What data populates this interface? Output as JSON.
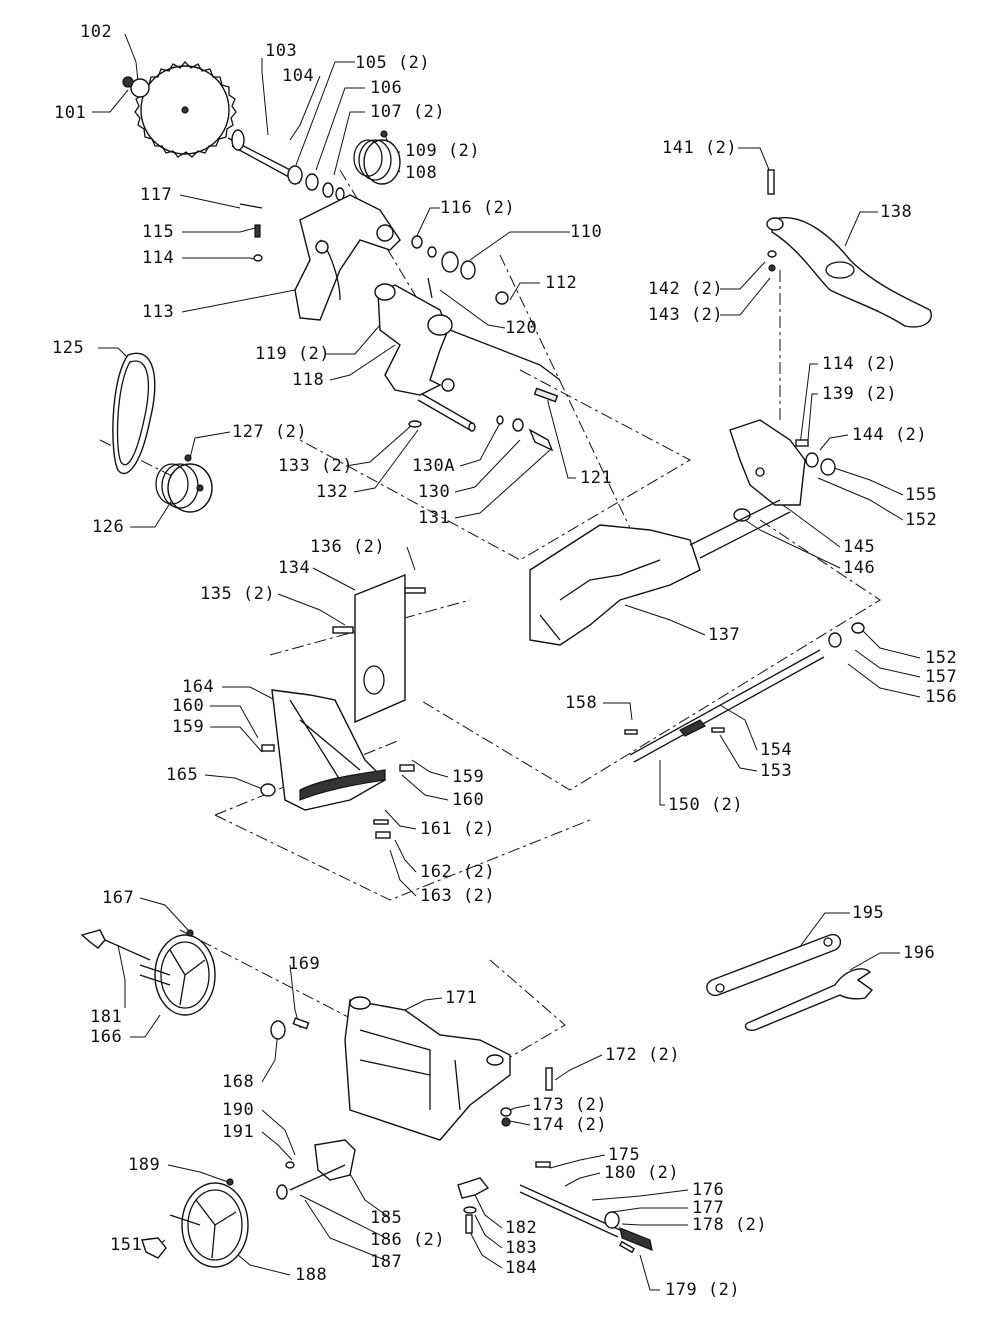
{
  "callouts": [
    {
      "id": "c102",
      "label": "102"
    },
    {
      "id": "c101",
      "label": "101"
    },
    {
      "id": "c103",
      "label": "103"
    },
    {
      "id": "c104",
      "label": "104"
    },
    {
      "id": "c105",
      "label": "105 (2)"
    },
    {
      "id": "c106",
      "label": "106"
    },
    {
      "id": "c107",
      "label": "107 (2)"
    },
    {
      "id": "c109",
      "label": "109 (2)"
    },
    {
      "id": "c108",
      "label": "108"
    },
    {
      "id": "c117",
      "label": "117"
    },
    {
      "id": "c116",
      "label": "116 (2)"
    },
    {
      "id": "c110",
      "label": "110"
    },
    {
      "id": "c115",
      "label": "115"
    },
    {
      "id": "c114a",
      "label": "114"
    },
    {
      "id": "c112",
      "label": "112"
    },
    {
      "id": "c113",
      "label": "113"
    },
    {
      "id": "c120",
      "label": "120"
    },
    {
      "id": "c119",
      "label": "119 (2)"
    },
    {
      "id": "c118",
      "label": "118"
    },
    {
      "id": "c125",
      "label": "125"
    },
    {
      "id": "c127",
      "label": "127 (2)"
    },
    {
      "id": "c133",
      "label": "133 (2)"
    },
    {
      "id": "c130A",
      "label": "130A"
    },
    {
      "id": "c121",
      "label": "121"
    },
    {
      "id": "c132",
      "label": "132"
    },
    {
      "id": "c130",
      "label": "130"
    },
    {
      "id": "c131",
      "label": "131"
    },
    {
      "id": "c126",
      "label": "126"
    },
    {
      "id": "c141",
      "label": "141 (2)"
    },
    {
      "id": "c138",
      "label": "138"
    },
    {
      "id": "c142",
      "label": "142 (2)"
    },
    {
      "id": "c143",
      "label": "143 (2)"
    },
    {
      "id": "c114b",
      "label": "114 (2)"
    },
    {
      "id": "c139",
      "label": "139 (2)"
    },
    {
      "id": "c144",
      "label": "144 (2)"
    },
    {
      "id": "c155",
      "label": "155"
    },
    {
      "id": "c152a",
      "label": "152"
    },
    {
      "id": "c145",
      "label": "145"
    },
    {
      "id": "c146",
      "label": "146"
    },
    {
      "id": "c136",
      "label": "136 (2)"
    },
    {
      "id": "c134",
      "label": "134"
    },
    {
      "id": "c135",
      "label": "135 (2)"
    },
    {
      "id": "c137",
      "label": "137"
    },
    {
      "id": "c152b",
      "label": "152"
    },
    {
      "id": "c157",
      "label": "157"
    },
    {
      "id": "c156",
      "label": "156"
    },
    {
      "id": "c164",
      "label": "164"
    },
    {
      "id": "c160a",
      "label": "160"
    },
    {
      "id": "c159a",
      "label": "159"
    },
    {
      "id": "c158",
      "label": "158"
    },
    {
      "id": "c154",
      "label": "154"
    },
    {
      "id": "c153",
      "label": "153"
    },
    {
      "id": "c165",
      "label": "165"
    },
    {
      "id": "c159b",
      "label": "159"
    },
    {
      "id": "c160b",
      "label": "160"
    },
    {
      "id": "c150",
      "label": "150 (2)"
    },
    {
      "id": "c161",
      "label": "161 (2)"
    },
    {
      "id": "c162",
      "label": "162 (2)"
    },
    {
      "id": "c163",
      "label": "163 (2)"
    },
    {
      "id": "c167",
      "label": "167"
    },
    {
      "id": "c169",
      "label": "169"
    },
    {
      "id": "c195",
      "label": "195"
    },
    {
      "id": "c196",
      "label": "196"
    },
    {
      "id": "c171",
      "label": "171"
    },
    {
      "id": "c181",
      "label": "181"
    },
    {
      "id": "c166",
      "label": "166"
    },
    {
      "id": "c172",
      "label": "172 (2)"
    },
    {
      "id": "c168",
      "label": "168"
    },
    {
      "id": "c190",
      "label": "190"
    },
    {
      "id": "c173",
      "label": "173 (2)"
    },
    {
      "id": "c191",
      "label": "191"
    },
    {
      "id": "c174",
      "label": "174 (2)"
    },
    {
      "id": "c175",
      "label": "175"
    },
    {
      "id": "c189",
      "label": "189"
    },
    {
      "id": "c180",
      "label": "180 (2)"
    },
    {
      "id": "c176",
      "label": "176"
    },
    {
      "id": "c177",
      "label": "177"
    },
    {
      "id": "c178",
      "label": "178 (2)"
    },
    {
      "id": "c185",
      "label": "185"
    },
    {
      "id": "c182",
      "label": "182"
    },
    {
      "id": "c151",
      "label": "151"
    },
    {
      "id": "c186",
      "label": "186 (2)"
    },
    {
      "id": "c183",
      "label": "183"
    },
    {
      "id": "c187",
      "label": "187"
    },
    {
      "id": "c184",
      "label": "184"
    },
    {
      "id": "c188",
      "label": "188"
    },
    {
      "id": "c179",
      "label": "179 (2)"
    }
  ]
}
